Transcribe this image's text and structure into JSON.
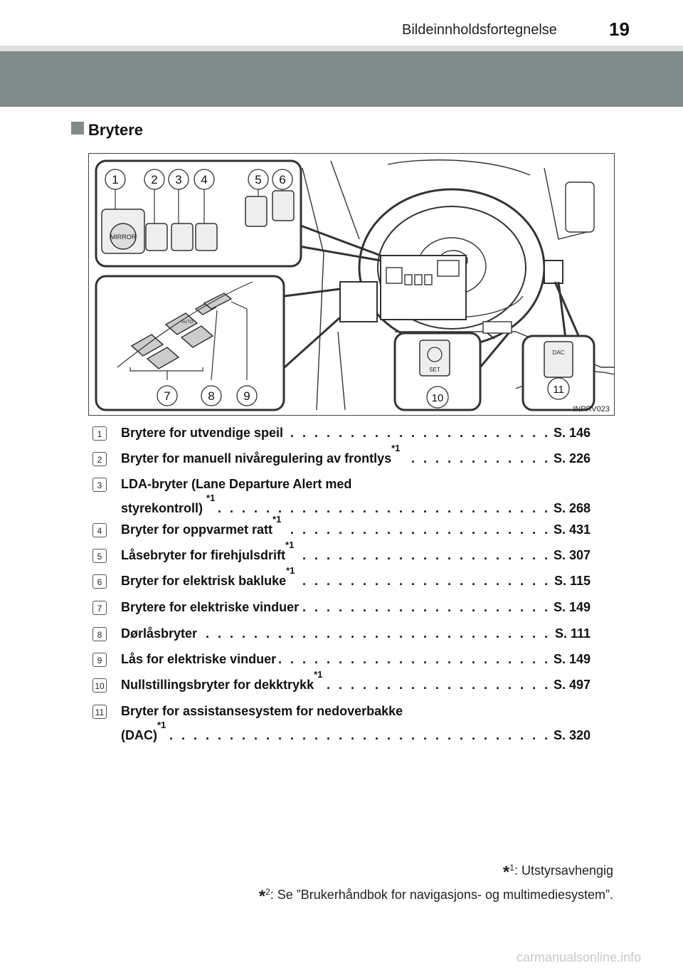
{
  "header": {
    "title": "Bildeinnholdsfortegnelse",
    "page_number": "19"
  },
  "section": {
    "title": "Brytere"
  },
  "figure": {
    "code": "INPRV023",
    "callouts": [
      "1",
      "2",
      "3",
      "4",
      "5",
      "6",
      "7",
      "8",
      "9",
      "10",
      "11"
    ],
    "switch_labels": {
      "mirror": "MIRROR",
      "set": "SET",
      "dac": "DAC",
      "auto": "AUTO"
    }
  },
  "items": [
    {
      "n": "1",
      "lines": [
        {
          "text": "Brytere for utvendige speil",
          "sup": "",
          "page": "S. 146"
        }
      ]
    },
    {
      "n": "2",
      "lines": [
        {
          "text": "Bryter for manuell nivåregulering av frontlys",
          "sup": "*1",
          "page": "S. 226"
        }
      ]
    },
    {
      "n": "3",
      "lines": [
        {
          "text": "LDA-bryter (Lane Departure Alert med",
          "sup": "",
          "page": ""
        },
        {
          "text": "styrekontroll) ",
          "sup": "*1",
          "page": "S. 268"
        }
      ]
    },
    {
      "n": "4",
      "lines": [
        {
          "text": "Bryter for oppvarmet ratt",
          "sup": "*1",
          "page": "S. 431"
        }
      ]
    },
    {
      "n": "5",
      "lines": [
        {
          "text": "Låsebryter for firehjulsdrift",
          "sup": "*1",
          "page": "S. 307"
        }
      ]
    },
    {
      "n": "6",
      "lines": [
        {
          "text": "Bryter for elektrisk bakluke",
          "sup": "*1",
          "page": "S. 115"
        }
      ]
    },
    {
      "n": "7",
      "lines": [
        {
          "text": "Brytere for elektriske vinduer",
          "sup": "",
          "page": "S. 149"
        }
      ]
    },
    {
      "n": "8",
      "lines": [
        {
          "text": "Dørlåsbryter",
          "sup": "",
          "page": "S. 111"
        }
      ]
    },
    {
      "n": "9",
      "lines": [
        {
          "text": "Lås for elektriske vinduer",
          "sup": "",
          "page": "S. 149"
        }
      ]
    },
    {
      "n": "10",
      "lines": [
        {
          "text": "Nullstillingsbryter for dekktrykk",
          "sup": "*1",
          "page": "S. 497"
        }
      ]
    },
    {
      "n": "11",
      "lines": [
        {
          "text": "Bryter for assistansesystem for nedoverbakke",
          "sup": "",
          "page": ""
        },
        {
          "text": "(DAC)",
          "sup": "*1",
          "page": "S. 320"
        }
      ]
    }
  ],
  "footnotes": [
    {
      "star": "*",
      "num": "1",
      "text": ": Utstyrsavhengig"
    },
    {
      "star": "*",
      "num": "2",
      "text": ": Se ”Brukerhåndbok for navigasjons- og multimediesystem”."
    }
  ],
  "watermark": "carmanualsonline.info"
}
